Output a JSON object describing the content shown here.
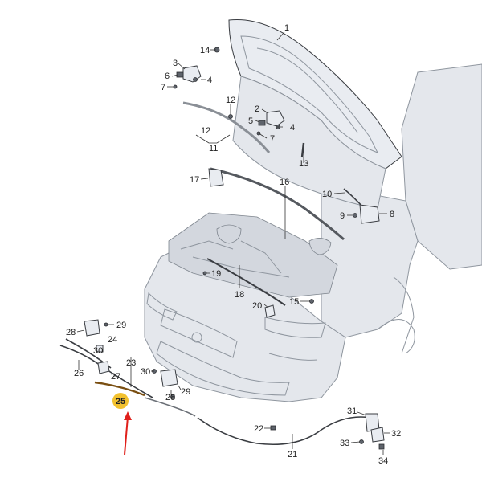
{
  "callouts": [
    {
      "id": "c1",
      "label": "1"
    },
    {
      "id": "c14",
      "label": "14"
    },
    {
      "id": "c3a",
      "label": "3"
    },
    {
      "id": "c6a",
      "label": "6"
    },
    {
      "id": "c4a",
      "label": "4"
    },
    {
      "id": "c7a",
      "label": "7"
    },
    {
      "id": "c12a",
      "label": "12"
    },
    {
      "id": "c2",
      "label": "2"
    },
    {
      "id": "c5",
      "label": "5"
    },
    {
      "id": "c4b",
      "label": "4"
    },
    {
      "id": "c7b",
      "label": "7"
    },
    {
      "id": "c12b",
      "label": "12"
    },
    {
      "id": "c11",
      "label": "11"
    },
    {
      "id": "c13",
      "label": "13"
    },
    {
      "id": "c17",
      "label": "17"
    },
    {
      "id": "c16",
      "label": "16"
    },
    {
      "id": "c10",
      "label": "10"
    },
    {
      "id": "c9a",
      "label": "9"
    },
    {
      "id": "c8",
      "label": "8"
    },
    {
      "id": "c19",
      "label": "19"
    },
    {
      "id": "c18",
      "label": "18"
    },
    {
      "id": "c20",
      "label": "20"
    },
    {
      "id": "c15",
      "label": "15"
    },
    {
      "id": "c28a",
      "label": "28"
    },
    {
      "id": "c29a",
      "label": "29"
    },
    {
      "id": "c24",
      "label": "24"
    },
    {
      "id": "c30",
      "label": "30"
    },
    {
      "id": "c23",
      "label": "23"
    },
    {
      "id": "c26",
      "label": "26"
    },
    {
      "id": "c27",
      "label": "27"
    },
    {
      "id": "c30b",
      "label": "30"
    },
    {
      "id": "c28b",
      "label": "28"
    },
    {
      "id": "c29b",
      "label": "29"
    },
    {
      "id": "c22",
      "label": "22"
    },
    {
      "id": "c31",
      "label": "31"
    },
    {
      "id": "c32",
      "label": "32"
    },
    {
      "id": "c33",
      "label": "33"
    },
    {
      "id": "c21",
      "label": "21"
    },
    {
      "id": "c34",
      "label": "34"
    }
  ],
  "highlight": {
    "label": "25",
    "badge_color": "#f2c12e",
    "arrow_color": "#e0201b",
    "part_color": "#7a4f12"
  },
  "colors": {
    "line": "#3a3d42",
    "car": "#8f969f",
    "car_fill": "#e4e7ec"
  }
}
